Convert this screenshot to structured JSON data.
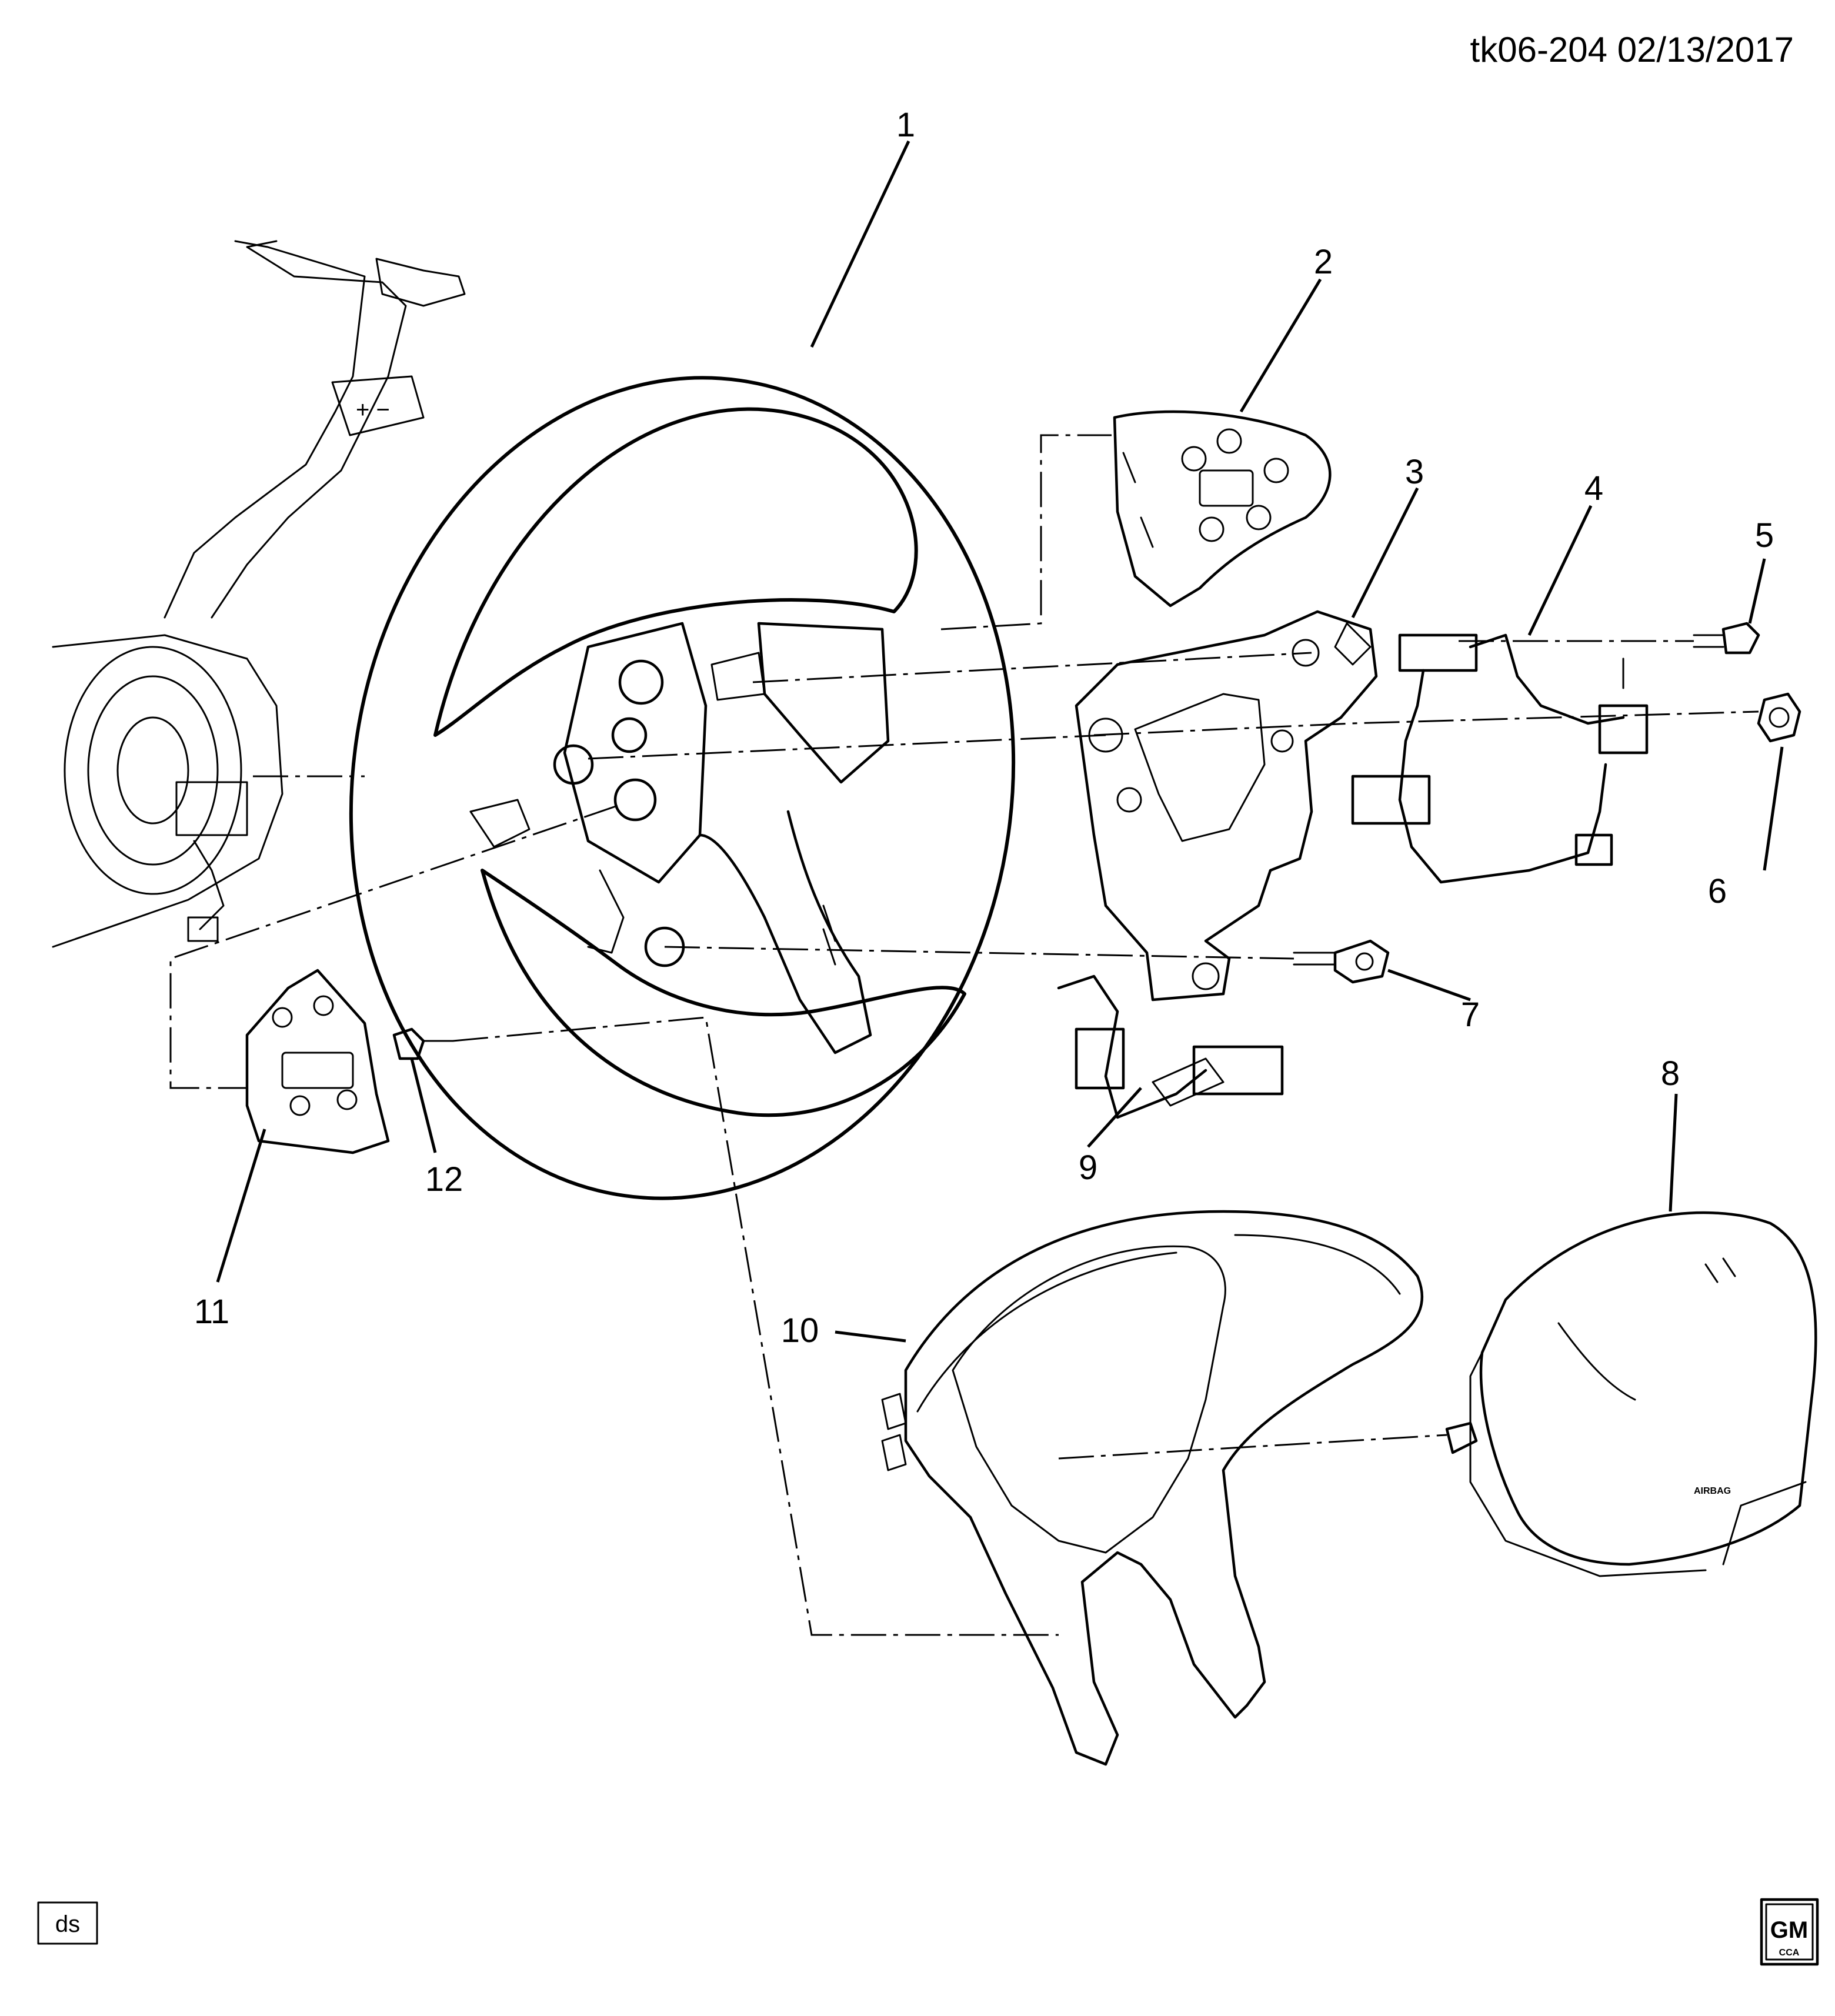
{
  "header": {
    "code": "tk06-204 02/13/2017"
  },
  "callouts": [
    "1",
    "2",
    "3",
    "4",
    "5",
    "6",
    "7",
    "8",
    "9",
    "10",
    "11",
    "12"
  ],
  "footer": {
    "tag": "ds",
    "logo_top": "GM",
    "logo_bottom": "CCA"
  },
  "labels": {
    "airbag": "AIRBAG"
  },
  "icons": [
    "steering-wheel-diagram",
    "paddle-shifter",
    "clock-spring",
    "right-switch-bezel",
    "wheel-bracket",
    "wiring-harness",
    "airbag-module",
    "trim-cover",
    "left-switch-bezel",
    "gm-logo"
  ]
}
